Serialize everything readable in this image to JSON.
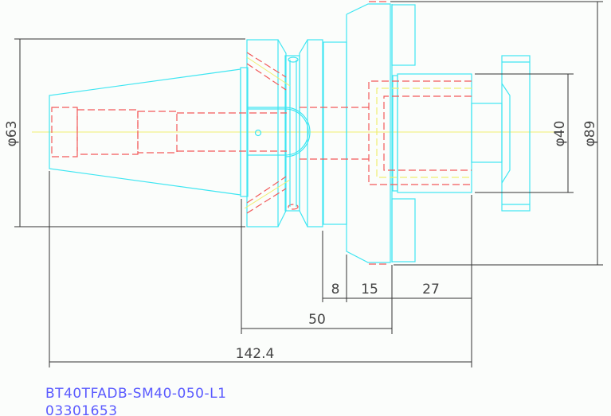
{
  "dimensions": {
    "flange_diameter": "φ63",
    "body_diameter": "φ40",
    "collar_diameter": "φ89",
    "len_8": "8",
    "len_15": "15",
    "len_27": "27",
    "len_50": "50",
    "total_length": "142.4"
  },
  "part_number": "BT40TFADB-SM40-050-L1",
  "part_code": "03301653",
  "colors": {
    "outline": "#3fe6f2",
    "hidden": "#f25a5a",
    "center": "#f0ee70",
    "dimension": "#333333",
    "label": "#5a5aff"
  }
}
